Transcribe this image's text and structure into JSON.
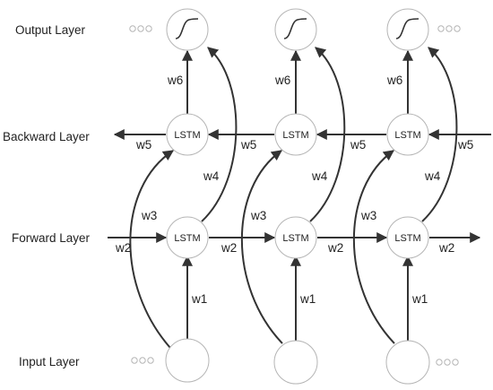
{
  "layers": {
    "output": "Output Layer",
    "backward": "Backward Layer",
    "forward": "Forward Layer",
    "input": "Input Layer"
  },
  "nodes": {
    "lstm": "LSTM"
  },
  "weights": {
    "w1": "w1",
    "w2": "w2",
    "w3": "w3",
    "w4": "w4",
    "w5": "w5",
    "w6": "w6"
  },
  "colors": {
    "edge": "#333333",
    "node_outline": "#b5b5b5",
    "text": "#222222"
  }
}
